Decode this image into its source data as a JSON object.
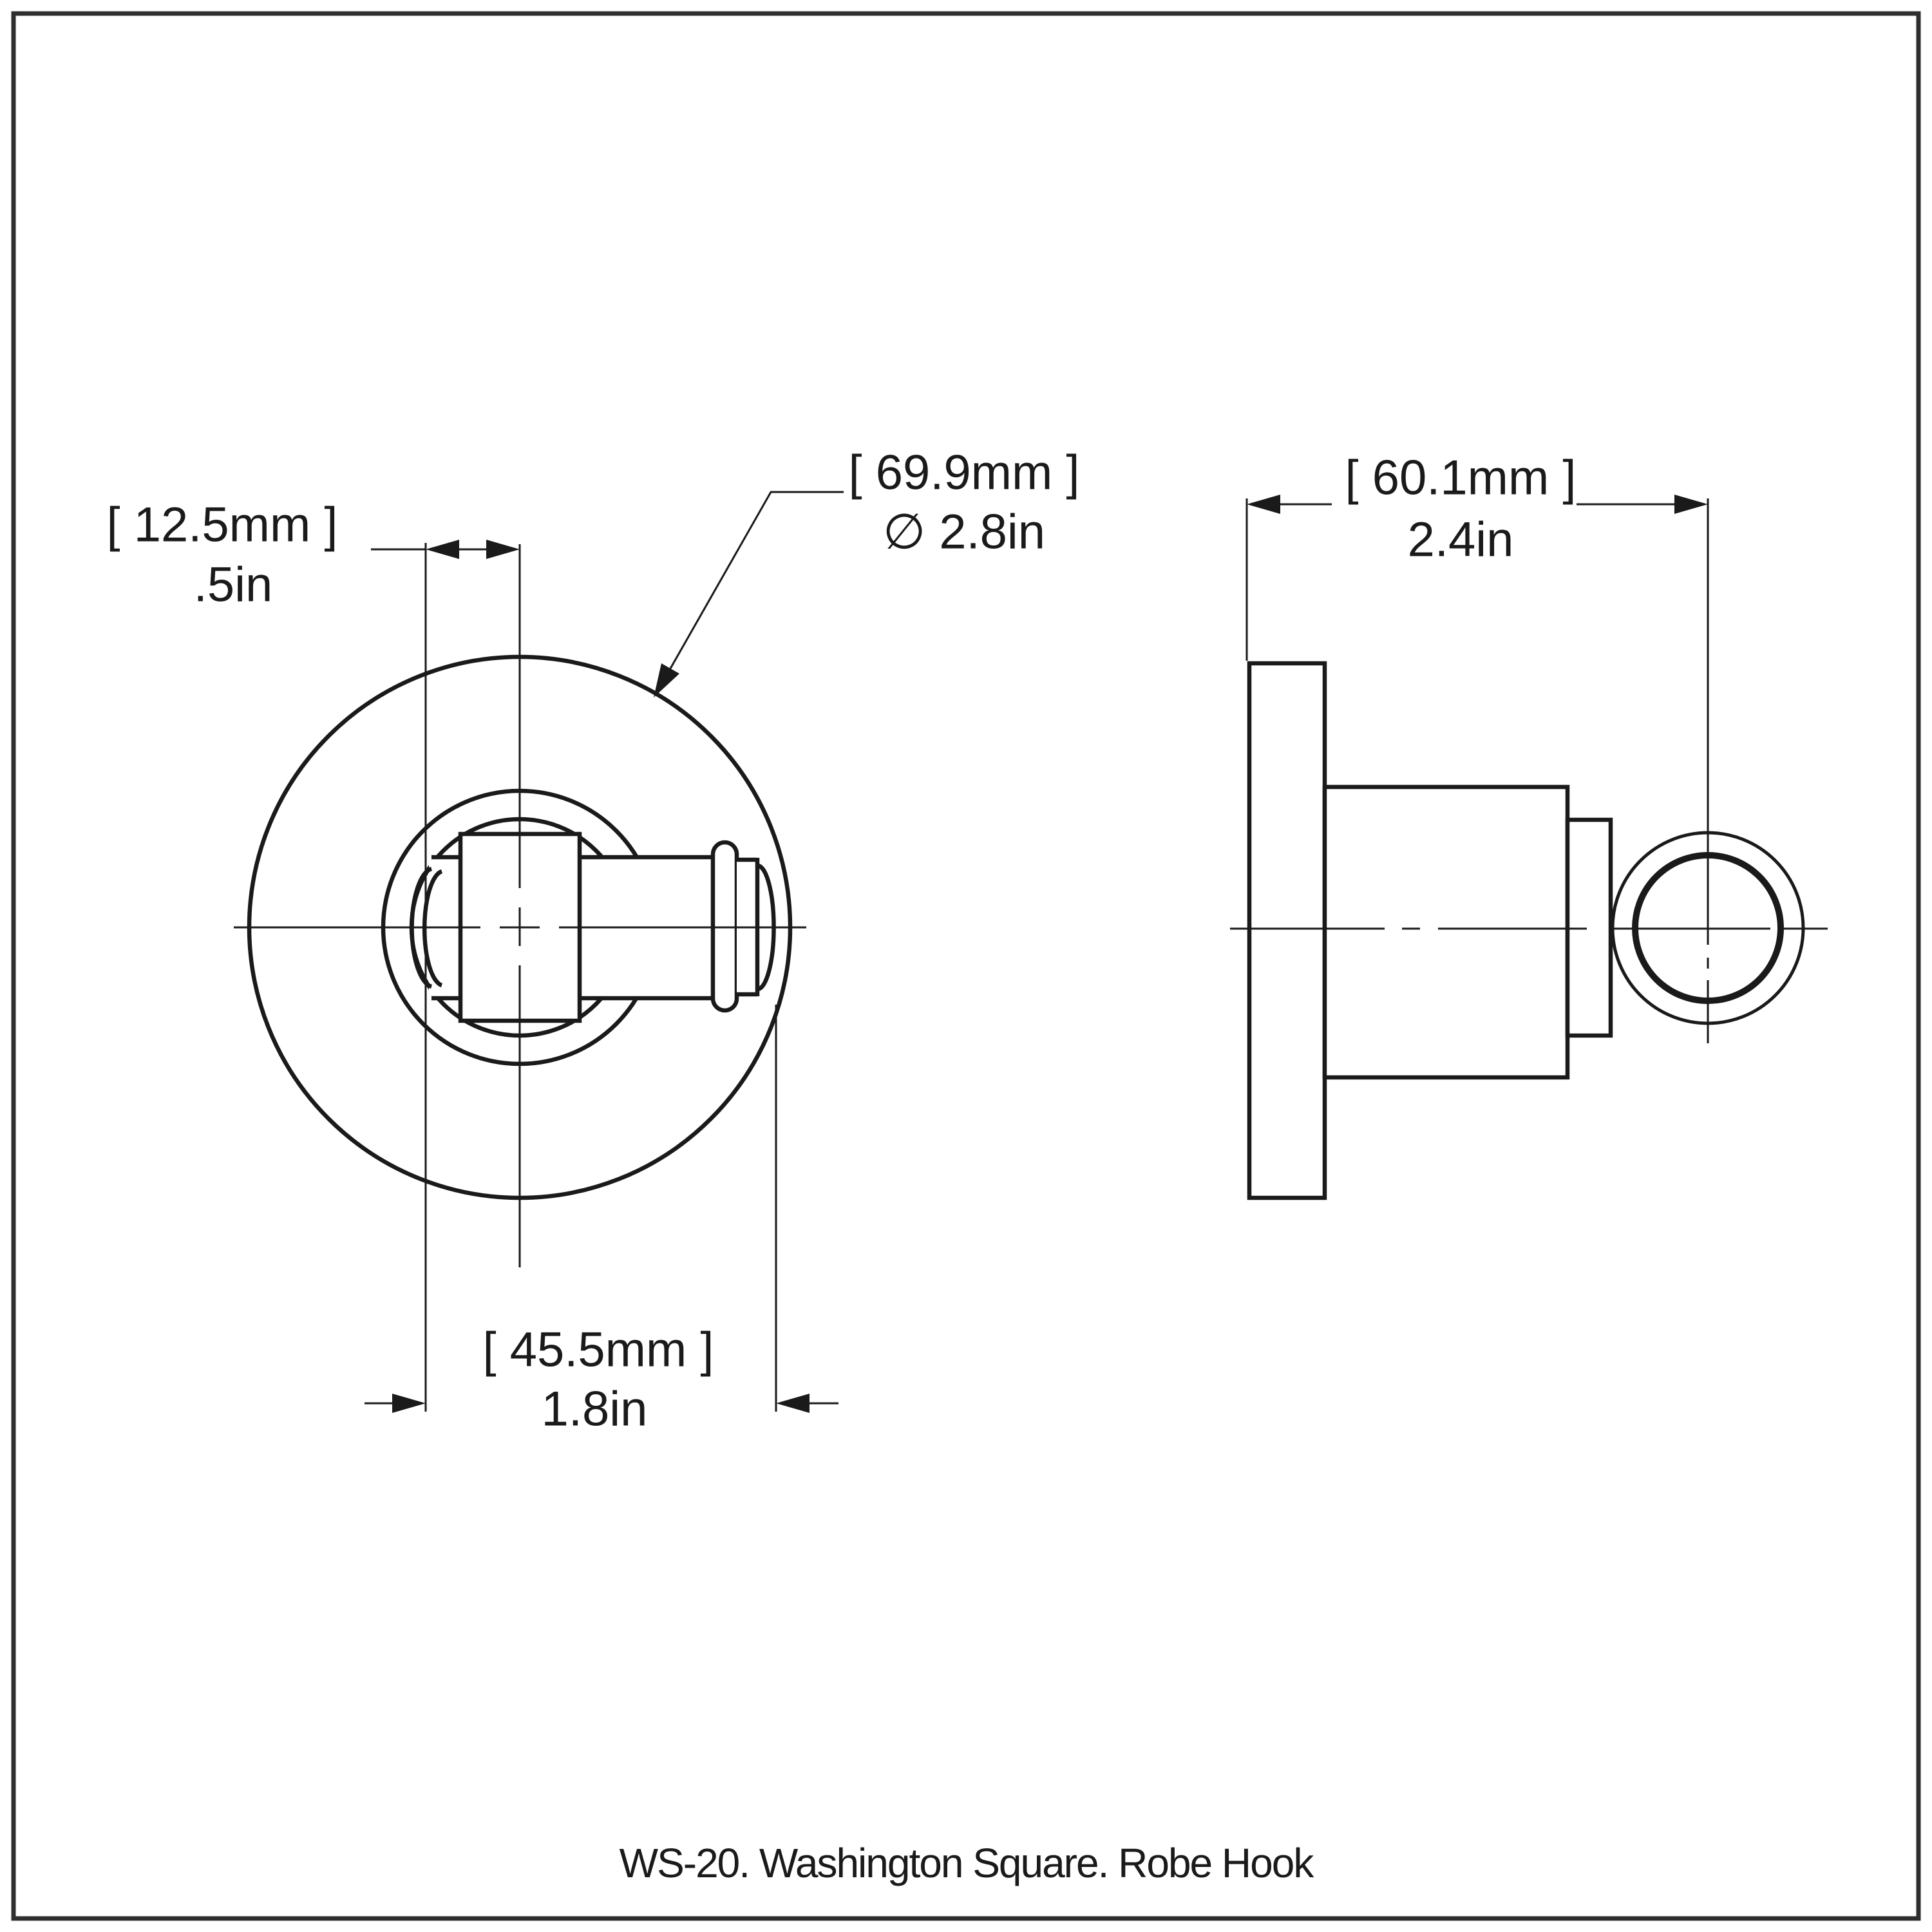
{
  "page": {
    "background": "#ffffff",
    "border_color": "#2e2e2e",
    "line_color": "#1a1a1a"
  },
  "caption": "WS-20. Washington Square. Robe Hook",
  "views": {
    "front": {
      "label": "front-view-of-robe-hook"
    },
    "side": {
      "label": "side-view-of-robe-hook"
    }
  },
  "dimensions": {
    "hole_offset": {
      "mm": "[ 12.5mm ]",
      "inch": ".5in"
    },
    "flange_diameter": {
      "mm": "[ 69.9mm ]",
      "inch": "∅ 2.8in"
    },
    "projection": {
      "mm": "[ 60.1mm ]",
      "inch": "2.4in"
    },
    "hook_width": {
      "mm": "[ 45.5mm ]",
      "inch": "1.8in"
    }
  }
}
